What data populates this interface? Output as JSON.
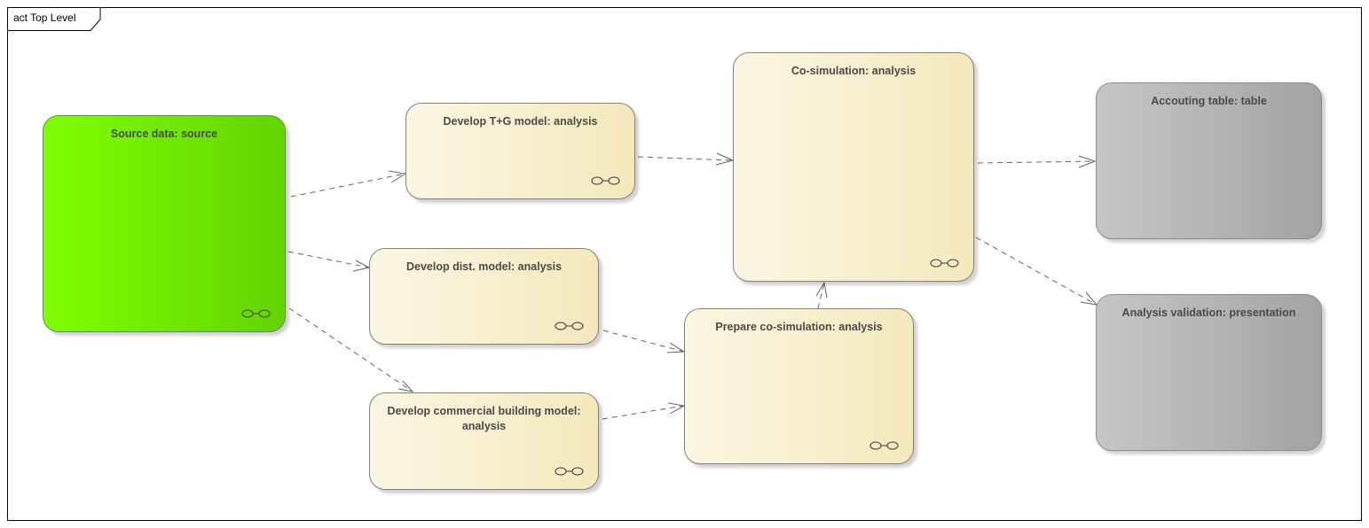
{
  "frame": {
    "title": "act Top Level"
  },
  "nodes": {
    "source": {
      "label": "Source data: source",
      "icon": "composite-activity-icon",
      "color": "#80ff00"
    },
    "tg_model": {
      "label": "Develop T+G model: analysis",
      "icon": "composite-activity-icon"
    },
    "dist_model": {
      "label": "Develop dist. model: analysis",
      "icon": "composite-activity-icon"
    },
    "commercial_model": {
      "label": "Develop commercial building model: analysis",
      "icon": "composite-activity-icon"
    },
    "prepare_cosim": {
      "label": "Prepare co-simulation: analysis",
      "icon": "composite-activity-icon"
    },
    "cosim": {
      "label": "Co-simulation: analysis",
      "icon": "composite-activity-icon"
    },
    "accounting": {
      "label": "Accouting table: table",
      "color": "#b4b4b4"
    },
    "validation": {
      "label": "Analysis validation: presentation",
      "color": "#b4b4b4"
    }
  },
  "edges": [
    {
      "from": "Source data: source",
      "to": "Develop T+G model: analysis"
    },
    {
      "from": "Source data: source",
      "to": "Develop dist. model: analysis"
    },
    {
      "from": "Source data: source",
      "to": "Develop commercial building model: analysis"
    },
    {
      "from": "Develop T+G model: analysis",
      "to": "Co-simulation: analysis"
    },
    {
      "from": "Develop dist. model: analysis",
      "to": "Prepare co-simulation: analysis"
    },
    {
      "from": "Develop commercial building model: analysis",
      "to": "Prepare co-simulation: analysis"
    },
    {
      "from": "Prepare co-simulation: analysis",
      "to": "Co-simulation: analysis"
    },
    {
      "from": "Co-simulation: analysis",
      "to": "Accouting table: table"
    },
    {
      "from": "Co-simulation: analysis",
      "to": "Analysis validation: presentation"
    }
  ]
}
